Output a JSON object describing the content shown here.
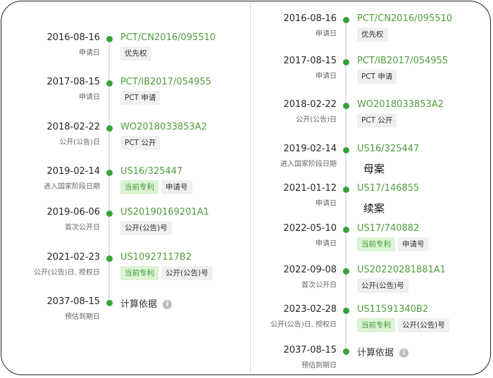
{
  "left": {
    "events": [
      {
        "date": "2016-08-16",
        "label": "申请日",
        "number": "PCT/CN2016/095510",
        "tags": [
          {
            "text": "优先权",
            "style": "gray"
          }
        ]
      },
      {
        "date": "2017-08-15",
        "label": "申请日",
        "number": "PCT/IB2017/054955",
        "tags": [
          {
            "text": "PCT 申请",
            "style": "gray"
          }
        ]
      },
      {
        "date": "2018-02-22",
        "label": "公开(公告)日",
        "number": "WO2018033853A2",
        "tags": [
          {
            "text": "PCT 公开",
            "style": "gray"
          }
        ]
      },
      {
        "date": "2019-02-14",
        "label": "进入国家阶段日期",
        "number": "US16/325447",
        "tags": [
          {
            "text": "当前专利",
            "style": "green"
          },
          {
            "text": "申请号",
            "style": "gray"
          }
        ]
      },
      {
        "date": "2019-06-06",
        "label": "首次公开日",
        "number": "US20190169201A1",
        "tags": [
          {
            "text": "公开(公告)号",
            "style": "gray"
          }
        ]
      },
      {
        "date": "2021-02-23",
        "label": "公开(公告)日, 授权日",
        "number": "US10927117B2",
        "tags": [
          {
            "text": "当前专利",
            "style": "green"
          },
          {
            "text": "公开(公告)号",
            "style": "gray"
          }
        ]
      },
      {
        "date": "2037-08-15",
        "label": "预估到期日",
        "number": "计算依据",
        "info": "i",
        "tags": []
      }
    ]
  },
  "right": {
    "events": [
      {
        "date": "2016-08-16",
        "label": "申请日",
        "number": "PCT/CN2016/095510",
        "tags": [
          {
            "text": "优先权",
            "style": "gray"
          }
        ]
      },
      {
        "date": "2017-08-15",
        "label": "申请日",
        "number": "PCT/IB2017/054955",
        "tags": [
          {
            "text": "PCT 申请",
            "style": "gray"
          }
        ]
      },
      {
        "date": "2018-02-22",
        "label": "公开(公告)日",
        "number": "WO2018033853A2",
        "tags": [
          {
            "text": "PCT 公开",
            "style": "gray"
          }
        ]
      },
      {
        "date": "2019-02-14",
        "label": "进入国家阶段日期",
        "number": "US16/325447",
        "handwritten": "母案",
        "tags": []
      },
      {
        "date": "2021-01-12",
        "label": "申请日",
        "number": "US17/146855",
        "handwritten": "续案",
        "tags": []
      },
      {
        "date": "2022-05-10",
        "label": "申请日",
        "number": "US17/740882",
        "tags": [
          {
            "text": "当前专利",
            "style": "green"
          },
          {
            "text": "申请号",
            "style": "gray"
          }
        ]
      },
      {
        "date": "2022-09-08",
        "label": "首次公开日",
        "number": "US20220281881A1",
        "tags": [
          {
            "text": "公开(公告)号",
            "style": "gray"
          }
        ]
      },
      {
        "date": "2023-02-28",
        "label": "公开(公告)日, 授权日",
        "number": "US11591340B2",
        "tags": [
          {
            "text": "当前专利",
            "style": "green"
          },
          {
            "text": "公开(公告)号",
            "style": "gray"
          }
        ]
      },
      {
        "date": "2037-08-15",
        "label": "预估到期日",
        "number": "计算依据",
        "info": "i",
        "tags": []
      }
    ]
  },
  "colors": {
    "accent": "#38a13a",
    "number": "#4f9d3c",
    "tag_gray": "#eef0f2",
    "tag_green": "#dcf3d4"
  }
}
